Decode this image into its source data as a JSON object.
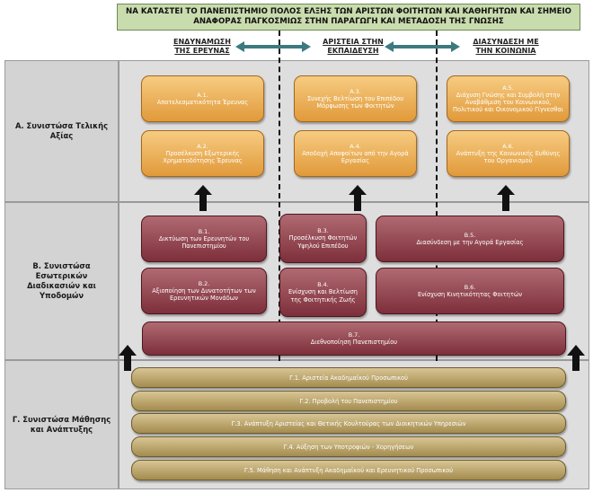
{
  "banner": "ΝΑ ΚΑΤΑΣΤΕΙ ΤΟ ΠΑΝΕΠΙΣΤΗΜΙΟ ΠΟΛΟΣ ΕΛΞΗΣ ΤΩΝ ΑΡΙΣΤΩΝ ΦΟΙΤΗΤΩΝ ΚΑΙ ΚΑΘΗΓΗΤΩΝ ΚΑΙ ΣΗΜΕΙΟ ΑΝΑΦΟΡΑΣ ΠΑΓΚΟΣΜΙΩΣ ΣΤΗΝ ΠΑΡΑΓΩΓΗ ΚΑΙ ΜΕΤΑΔΟΣΗ ΤΗΣ ΓΝΩΣΗΣ",
  "goals": [
    {
      "line1": "ΕΝΔΥΝΑΜΩΣΗ",
      "line2": "ΤΗΣ ΕΡΕΥΝΑΣ"
    },
    {
      "line1": "ΑΡΙΣΤΕΙΑ ΣΤΗΝ",
      "line2": "ΕΚΠΑΙΔΕΥΣΗ"
    },
    {
      "line1": "ΔΙΑΣΥΝΔΕΣΗ ΜΕ",
      "line2": "ΤΗΝ ΚΟΙΝΩΝΙΑ"
    }
  ],
  "layers": [
    {
      "label": "Α. Συνιστώσα Τελικής Αξίας"
    },
    {
      "label": "Β. Συνιστώσα Εσωτερικών Διαδικασιών και Υποδομών"
    },
    {
      "label": "Γ. Συνιστώσα Μάθησης και Ανάπτυξης"
    }
  ],
  "a_boxes": [
    {
      "code": "Α.1.",
      "text": "Αποτελεσματικότητα Έρευνας"
    },
    {
      "code": "Α.2.",
      "text": "Προσέλκυση Εξωτερικής Χρηματοδότησης Έρευνας"
    },
    {
      "code": "Α.3.",
      "text": "Συνεχής Βελτίωση του Επιπέδου Μόρφωσης των Φοιτητών"
    },
    {
      "code": "Α.4.",
      "text": "Αποδοχή Αποφοίτων από την Αγορά Εργασίας"
    },
    {
      "code": "Α.5.",
      "text": "Διάχυση Γνώσης και Συμβολή στην Αναβάθμιση του Κοινωνικού, Πολιτικού και Οικονομικού Γίγνεσθαι"
    },
    {
      "code": "Α.6.",
      "text": "Ανάπτυξη της Κοινωνικής Ευθύνης του Οργανισμού"
    }
  ],
  "b_boxes": [
    {
      "code": "Β.1.",
      "text": "Δικτύωση των Ερευνητών του Πανεπιστημίου"
    },
    {
      "code": "Β.2.",
      "text": "Αξιοποίηση των Δυνατοτήτων των Ερευνητικών Μονάδων"
    },
    {
      "code": "Β.3.",
      "text": "Προσέλκυση Φοιτητών Υψηλού Επιπέδου"
    },
    {
      "code": "Β.4.",
      "text": "Ενίσχυση και Βελτίωση της Φοιτητικής Ζωής"
    },
    {
      "code": "Β.5.",
      "text": "Διασύνδεση με την Αγορά Εργασίας"
    },
    {
      "code": "Β.6.",
      "text": "Ενίσχυση Κινητικότητας Φοιτητών"
    },
    {
      "code": "Β.7.",
      "text": "Διεθνοποίηση Πανεπιστημίου"
    }
  ],
  "c_bars": [
    {
      "text": "Γ.1. Αριστεία Ακαδημαϊκού Προσωπικού"
    },
    {
      "text": "Γ.2. Προβολή του Πανεπιστημίου"
    },
    {
      "text": "Γ.3. Ανάπτυξη Αριστείας και Θετικής Κουλτούρας των Διοικητικών Υπηρεσιών"
    },
    {
      "text": "Γ.4. Αύξηση των Υποτροφιών - Χορηγήσεων"
    },
    {
      "text": "Γ.5. Μάθηση και Ανάπτυξη Ακαδημαϊκού και Ερευνητικού Προσωπικού"
    }
  ]
}
